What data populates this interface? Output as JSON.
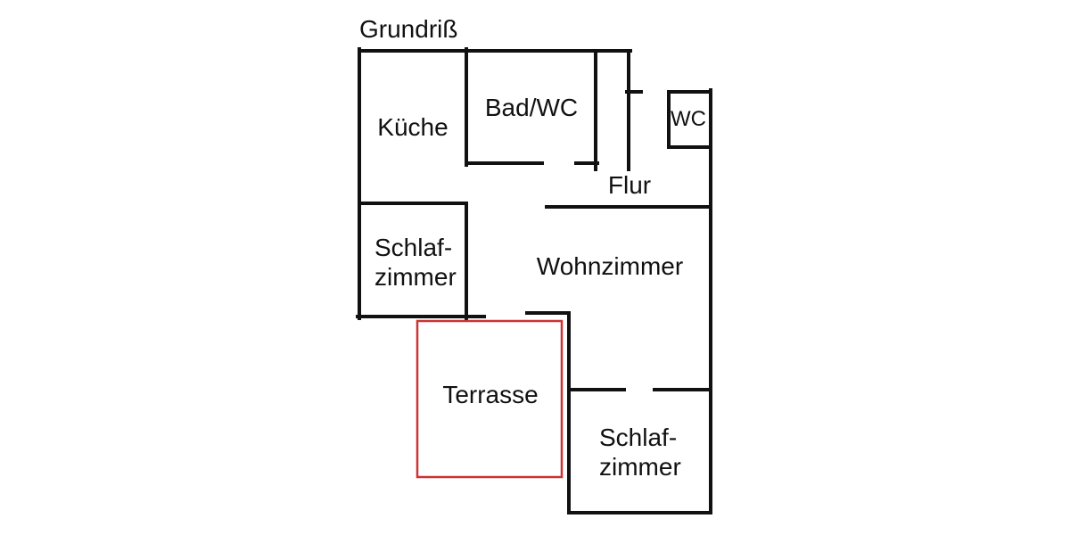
{
  "title": "Grundriß",
  "rooms": {
    "kueche": {
      "label": "Küche"
    },
    "bad": {
      "label": "Bad/WC"
    },
    "wc": {
      "label": "WC"
    },
    "flur": {
      "label": "Flur"
    },
    "schlafzimmer_oben": {
      "label_line1": "Schlaf-",
      "label_line2": "zimmer"
    },
    "wohnzimmer": {
      "label": "Wohnzimmer"
    },
    "terrasse": {
      "label": "Terrasse"
    },
    "schlafzimmer_unten": {
      "label_line1": "Schlaf-",
      "label_line2": "zimmer"
    }
  },
  "colors": {
    "wall": "#111111",
    "text": "#111111",
    "terrace_outline": "#cc3333",
    "background": "#ffffff"
  }
}
